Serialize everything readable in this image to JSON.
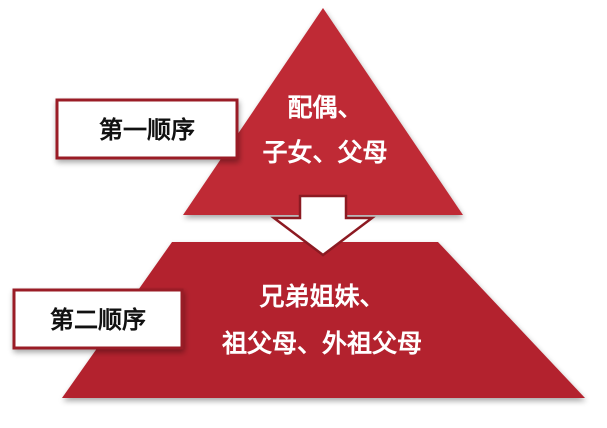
{
  "colors": {
    "top_tier": "#bf2a35",
    "bottom_tier": "#b3222d",
    "arrow_fill": "#ffffff",
    "arrow_stroke": "#8c1a22",
    "label_border": "#9a1d27",
    "label_bg": "#ffffff",
    "label_text": "#111111",
    "tier_text": "#ffffff"
  },
  "top_tier": {
    "line1": "配偶、",
    "line2": "子女、父母"
  },
  "bottom_tier": {
    "line1": "兄弟姐妹、",
    "line2": "祖父母、外祖父母"
  },
  "labels": {
    "first_order": "第一顺序",
    "second_order": "第二顺序"
  }
}
